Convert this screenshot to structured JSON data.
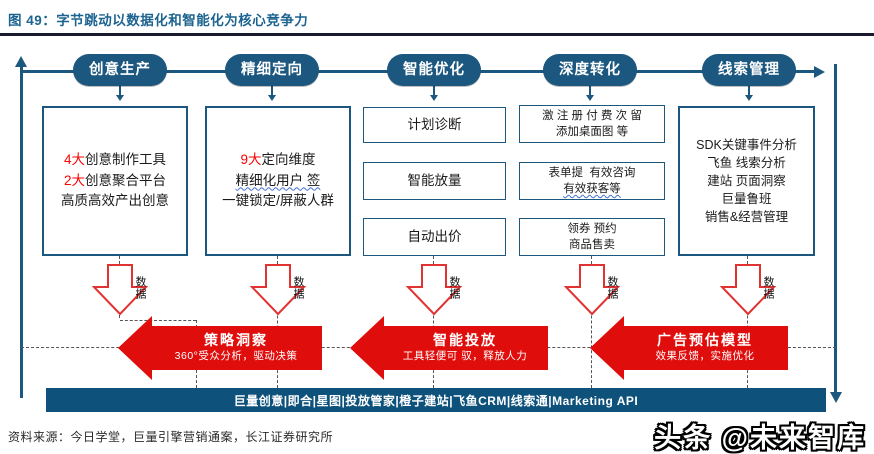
{
  "figure": {
    "title": "图 49：字节跳动以数据化和智能化为核心竞争力",
    "source": "资料来源：今日学堂，巨量引擎营销通案，长江证券研究所",
    "watermark": "头条 @未来智库"
  },
  "colors": {
    "accent_blue": "#1B577F",
    "bar_blue": "#0E527C",
    "arrow_red": "#E00D0D",
    "highlight_red": "#FF0000",
    "title_blue": "#1C6390"
  },
  "pills": [
    "创意生产",
    "精细定向",
    "智能优化",
    "深度转化",
    "线索管理"
  ],
  "flow": {
    "data_label": "数据"
  },
  "columns": {
    "c1": {
      "l1_red": "4大",
      "l1": "创意制作工具",
      "l2_red": "2大",
      "l2": "创意聚合平台",
      "l3": "高质高效产出创意"
    },
    "c2": {
      "l1_red": "9大",
      "l1": "定向维度",
      "l2": "精细化用户 签",
      "l3": "一键锁定/屏蔽人群"
    },
    "c3": {
      "b1": "计划诊断",
      "b2": "智能放量",
      "b3": "自动出价"
    },
    "c4": {
      "b1_l1": "激 注 册 付 费 次 留",
      "b1_l2": "添加桌面图 等",
      "b2_l1": "表单提  有效咨询",
      "b2_l2": "有效获客等",
      "b3_l1": "领券 预约",
      "b3_l2": "商品售卖"
    },
    "c5": {
      "l1": "SDK关键事件分析",
      "l2": "飞鱼 线索分析",
      "l3": "建站 页面洞察",
      "l4": "巨量鲁班",
      "l5": "销售&经营管理"
    }
  },
  "red_arrows": [
    {
      "title": "策略洞察",
      "subtitle": "360°受众分析，驱动决策"
    },
    {
      "title": "智能投放",
      "subtitle": "工具轻便可 驭，释放人力"
    },
    {
      "title": "广告预估模型",
      "subtitle": "效果反馈，实施优化"
    }
  ],
  "bottom_bar": "巨量创意|即合|星图|投放管家|橙子建站|飞鱼CRM|线索通|Marketing API"
}
